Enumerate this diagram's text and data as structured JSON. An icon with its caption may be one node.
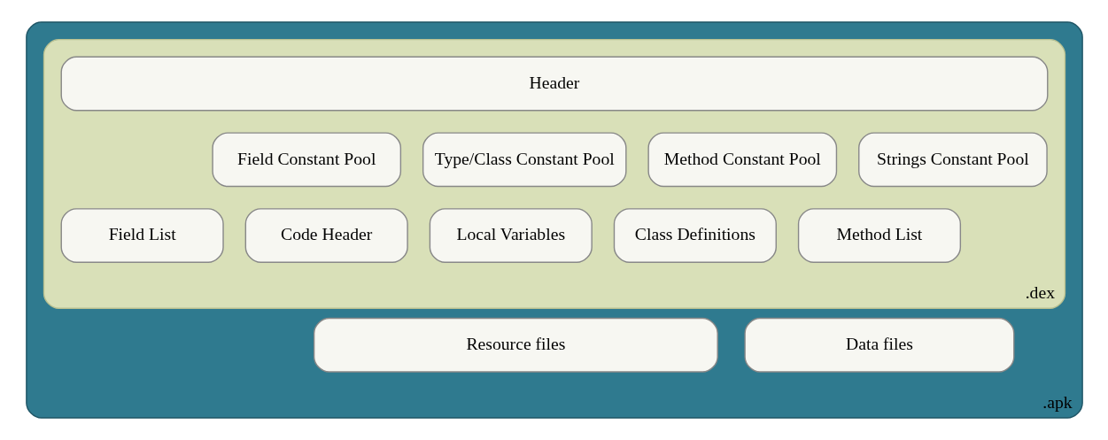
{
  "diagram": {
    "nodes": [
      {
        "text": [
          ".apk"
        ]
      },
      {
        "text": [
          ".dex"
        ],
        "in": 0
      },
      {
        "text": [
          "Header"
        ],
        "in": 1
      },
      {
        "text": [
          "Strings Constant Pool"
        ],
        "in": 1
      },
      {
        "text": [
          "Type/Class Constant Pool"
        ],
        "in": 1
      },
      {
        "text": [
          "Field Constant Pool"
        ],
        "in": 1
      },
      {
        "text": [
          "Method Constant Pool"
        ],
        "in": 1
      },
      {
        "text": [
          "Class Definitions"
        ],
        "in": 1
      },
      {
        "text": [
          "Field List"
        ],
        "in": 1
      },
      {
        "text": [
          "Method List"
        ],
        "in": 1
      },
      {
        "text": [
          "Code Header"
        ],
        "in": 1
      },
      {
        "text": [
          "Local Variables"
        ],
        "in": 1
      },
      {
        "text": [
          "Data files"
        ],
        "in": 0
      },
      {
        "text": [
          "Resource files"
        ],
        "in": 0
      }
    ]
  }
}
